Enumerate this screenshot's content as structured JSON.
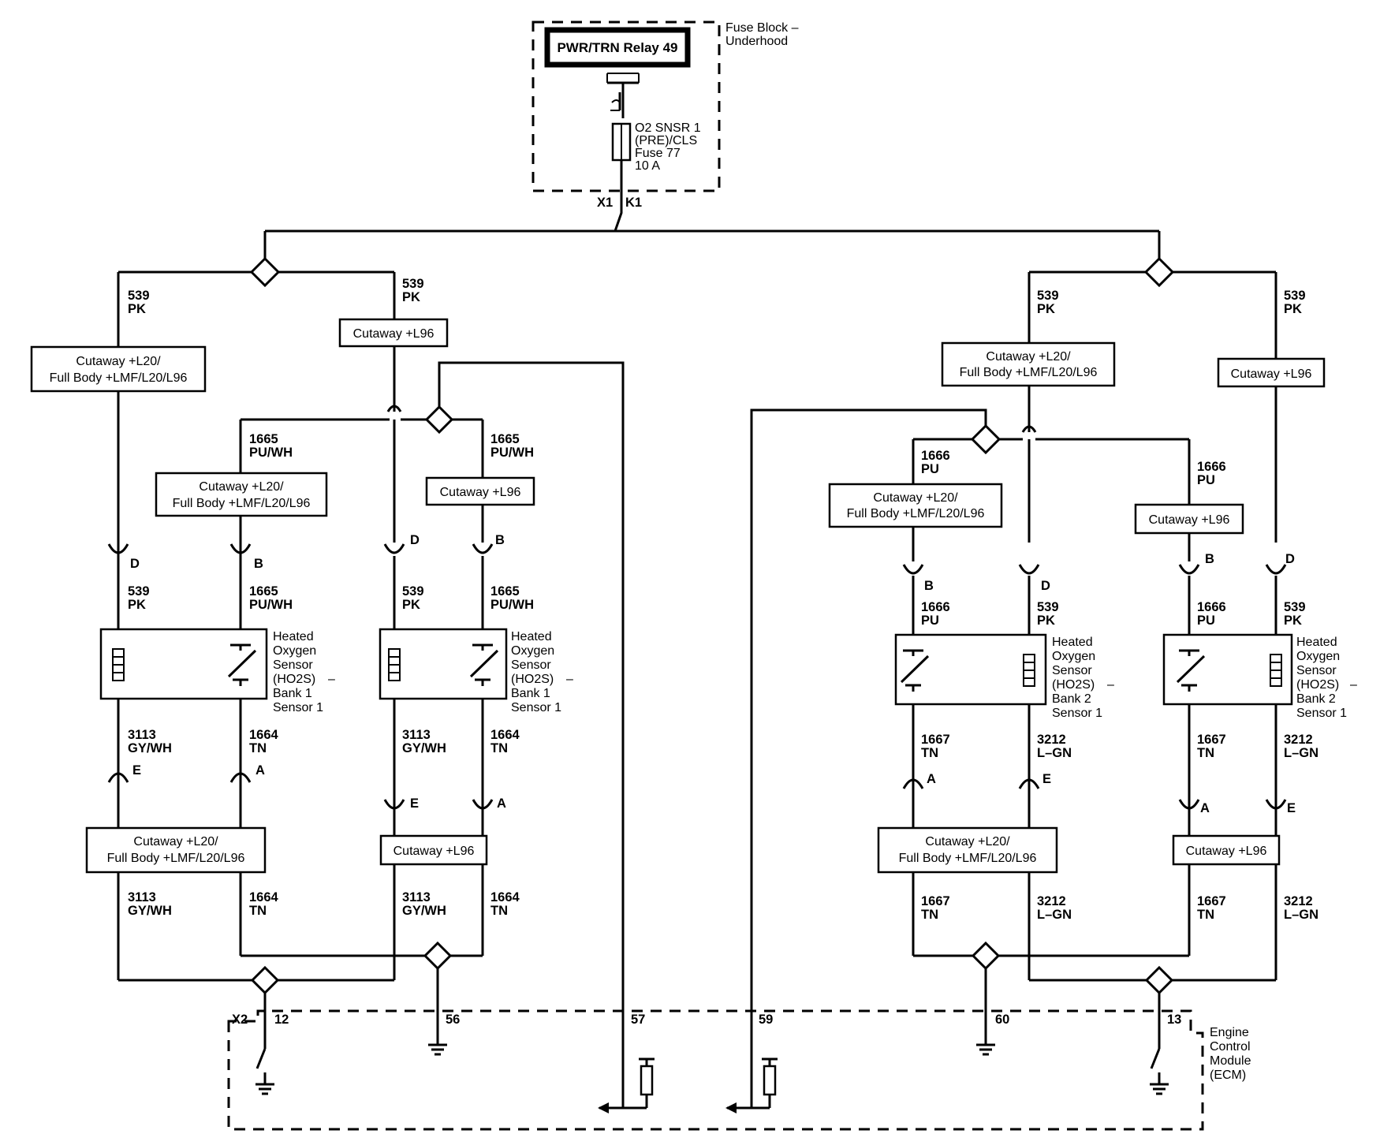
{
  "fuse_block": {
    "title_line1": "Fuse Block –",
    "title_line2": "Underhood",
    "relay": "PWR/TRN Relay 49",
    "fuse": [
      "O2 SNSR 1",
      "(PRE)/CLS",
      "Fuse 77",
      "10 A"
    ],
    "conn_x1": "X1",
    "conn_k1": "K1"
  },
  "cutaways": {
    "combo_line1": "Cutaway +L20/",
    "combo_line2": "Full Body +LMF/L20/L96",
    "l96": "Cutaway +L96"
  },
  "wires": {
    "c539": "539",
    "pk": "PK",
    "c1665": "1665",
    "pu_wh": "PU/WH",
    "c1666": "1666",
    "pu": "PU",
    "c3113": "3113",
    "gy_wh": "GY/WH",
    "c1664": "1664",
    "tn": "TN",
    "c1667": "1667",
    "c3212": "3212",
    "l_gn": "L–GN"
  },
  "pins": {
    "a": "A",
    "b": "B",
    "d": "D",
    "e": "E"
  },
  "sensors": {
    "line1": "Heated",
    "line2": "Oxygen",
    "line3": "Sensor",
    "line4": "(HO2S)",
    "dash": "–",
    "bank1": "Bank 1",
    "bank2": "Bank 2",
    "sensor1": "Sensor 1"
  },
  "ecm": {
    "line1": "Engine",
    "line2": "Control",
    "line3": "Module",
    "line4": "(ECM)",
    "conn_x2": "X2",
    "pins": [
      "12",
      "56",
      "57",
      "59",
      "60",
      "13"
    ]
  }
}
